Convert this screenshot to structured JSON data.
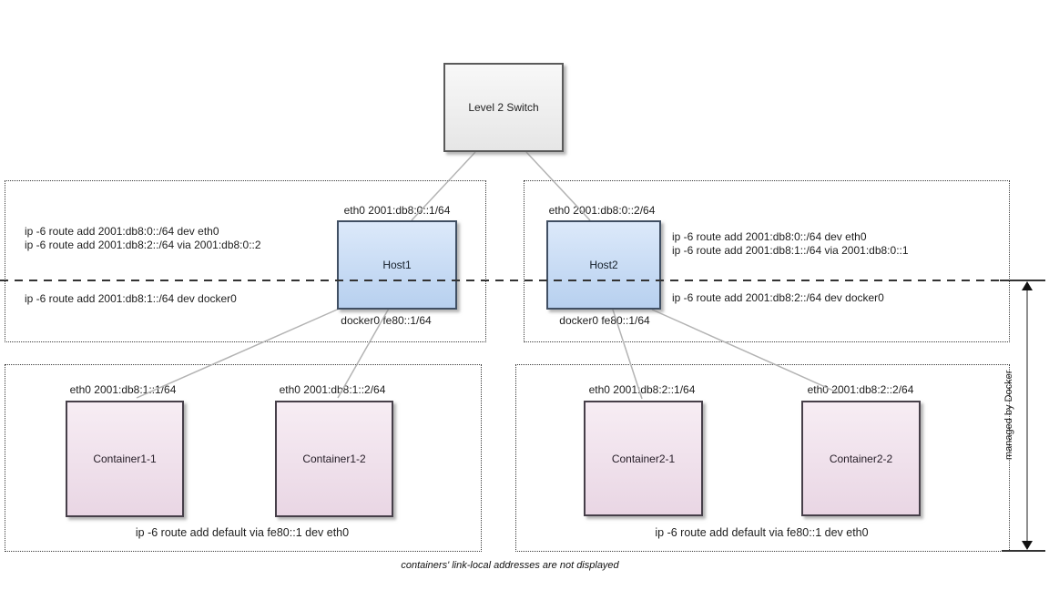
{
  "diagram": {
    "switch": {
      "label": "Level 2 Switch"
    },
    "hosts": [
      {
        "name": "Host1",
        "eth0": "eth0 2001:db8:0::1/64",
        "docker0": "docker0 fe80::1/64",
        "routes_upper": [
          "ip -6 route add 2001:db8:0::/64 dev eth0",
          "ip -6 route add 2001:db8:2::/64 via 2001:db8:0::2"
        ],
        "route_lower": "ip -6 route add 2001:db8:1::/64 dev docker0"
      },
      {
        "name": "Host2",
        "eth0": "eth0 2001:db8:0::2/64",
        "docker0": "docker0 fe80::1/64",
        "routes_upper": [
          "ip -6 route add 2001:db8:0::/64 dev eth0",
          "ip -6 route add 2001:db8:1::/64 via 2001:db8:0::1"
        ],
        "route_lower": "ip -6 route add 2001:db8:2::/64 dev docker0"
      }
    ],
    "containers": [
      {
        "name": "Container1-1",
        "eth0": "eth0 2001:db8:1::1/64"
      },
      {
        "name": "Container1-2",
        "eth0": "eth0 2001:db8:1::2/64"
      },
      {
        "name": "Container2-1",
        "eth0": "eth0 2001:db8:2::1/64"
      },
      {
        "name": "Container2-2",
        "eth0": "eth0 2001:db8:2::2/64"
      }
    ],
    "container_groups": [
      {
        "default_route": "ip -6 route add default via fe80::1 dev eth0"
      },
      {
        "default_route": "ip -6 route add default via fe80::1 dev eth0"
      }
    ],
    "side_label": "managed by Docker",
    "footnote": "containers' link-local addresses are not displayed",
    "colors": {
      "host_fill_top": "#dce9fa",
      "host_fill_bottom": "#b7d0ef",
      "host_border": "#404f63",
      "container_fill_top": "#f7edf4",
      "container_fill_bottom": "#e9d6e4",
      "container_border": "#463f49",
      "switch_fill_top": "#f8f8f8",
      "switch_fill_bottom": "#e6e6e6",
      "switch_border": "#5a5a5a",
      "connector": "#b3b3b3",
      "dashed_line": "#333333"
    }
  }
}
